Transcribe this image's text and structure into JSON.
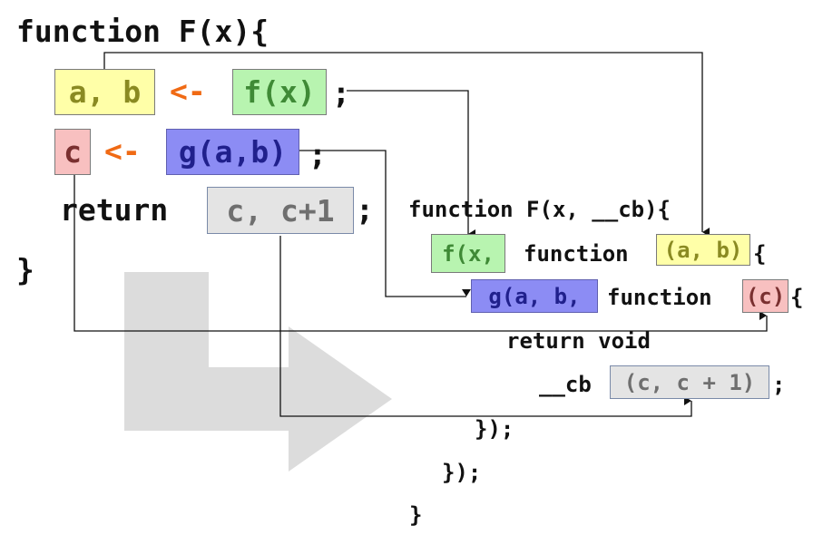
{
  "left": {
    "header": "function F(x){",
    "ab": "a, b",
    "assign1": "<-",
    "fx": "f(x)",
    "semi1": ";",
    "c": "c",
    "assign2": "<-",
    "gab": "g(a,b)",
    "semi2": ";",
    "return_kw": "return",
    "ret_expr": "c, c+1",
    "semi3": ";",
    "close": "}"
  },
  "right": {
    "header": "function F(x, __cb){",
    "fx": "f(x,",
    "fn1": "function",
    "ab_params": "(a, b)",
    "brace1": "{",
    "gab": "g(a, b,",
    "fn2": "function",
    "c_param": "(c)",
    "brace2": "{",
    "return_void": "return void",
    "cb": "__cb",
    "cb_args": "(c, c + 1)",
    "semi": ";",
    "close1": "});",
    "close2": "});",
    "close3": "}"
  },
  "colors": {
    "yellow": "#ffffa8",
    "green": "#b8f4b0",
    "pink": "#f8c0c0",
    "blue": "#8c8cf4",
    "gray": "#e4e4e4",
    "operator": "#f06a14",
    "big_arrow": "#dcdcdc"
  }
}
